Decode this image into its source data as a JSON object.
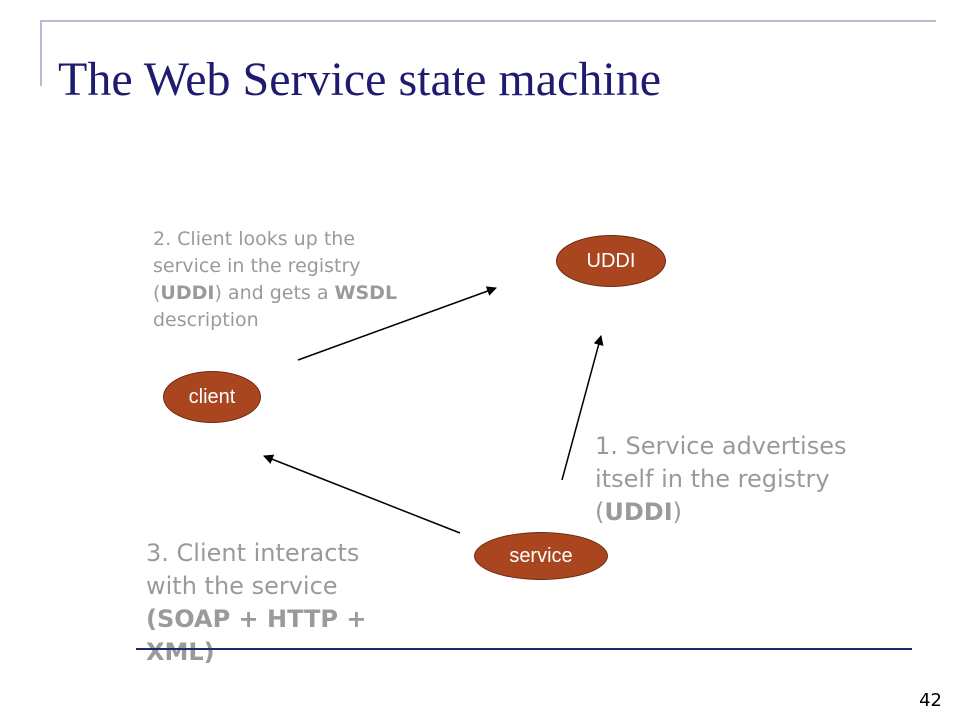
{
  "slide": {
    "title": "The Web Service state machine",
    "page_number": "42"
  },
  "nodes": {
    "uddi": "UDDI",
    "client": "client",
    "service": "service"
  },
  "notes": {
    "step2": {
      "line1": "2. Client looks up the",
      "line2": "service in the registry",
      "line3_open": "(",
      "line3_bold1": "UDDI",
      "line3_mid": ") and gets a ",
      "line3_bold2": "WSDL",
      "line4": "description"
    },
    "step1": {
      "line1": "1. Service advertises",
      "line2": "itself in the registry",
      "line3_open": "(",
      "line3_bold": "UDDI",
      "line3_close": ")"
    },
    "step3": {
      "line1": "3. Client interacts",
      "line2": "with the service",
      "line3_bold": "(SOAP + HTTP +",
      "line4_bold": "XML)"
    }
  },
  "colors": {
    "title": "#1f1b6e",
    "frame": "#b7b9d6",
    "node_fill": "#a9461f",
    "note_text": "#9a9a9a",
    "rule_line": "#1a2a6c"
  }
}
